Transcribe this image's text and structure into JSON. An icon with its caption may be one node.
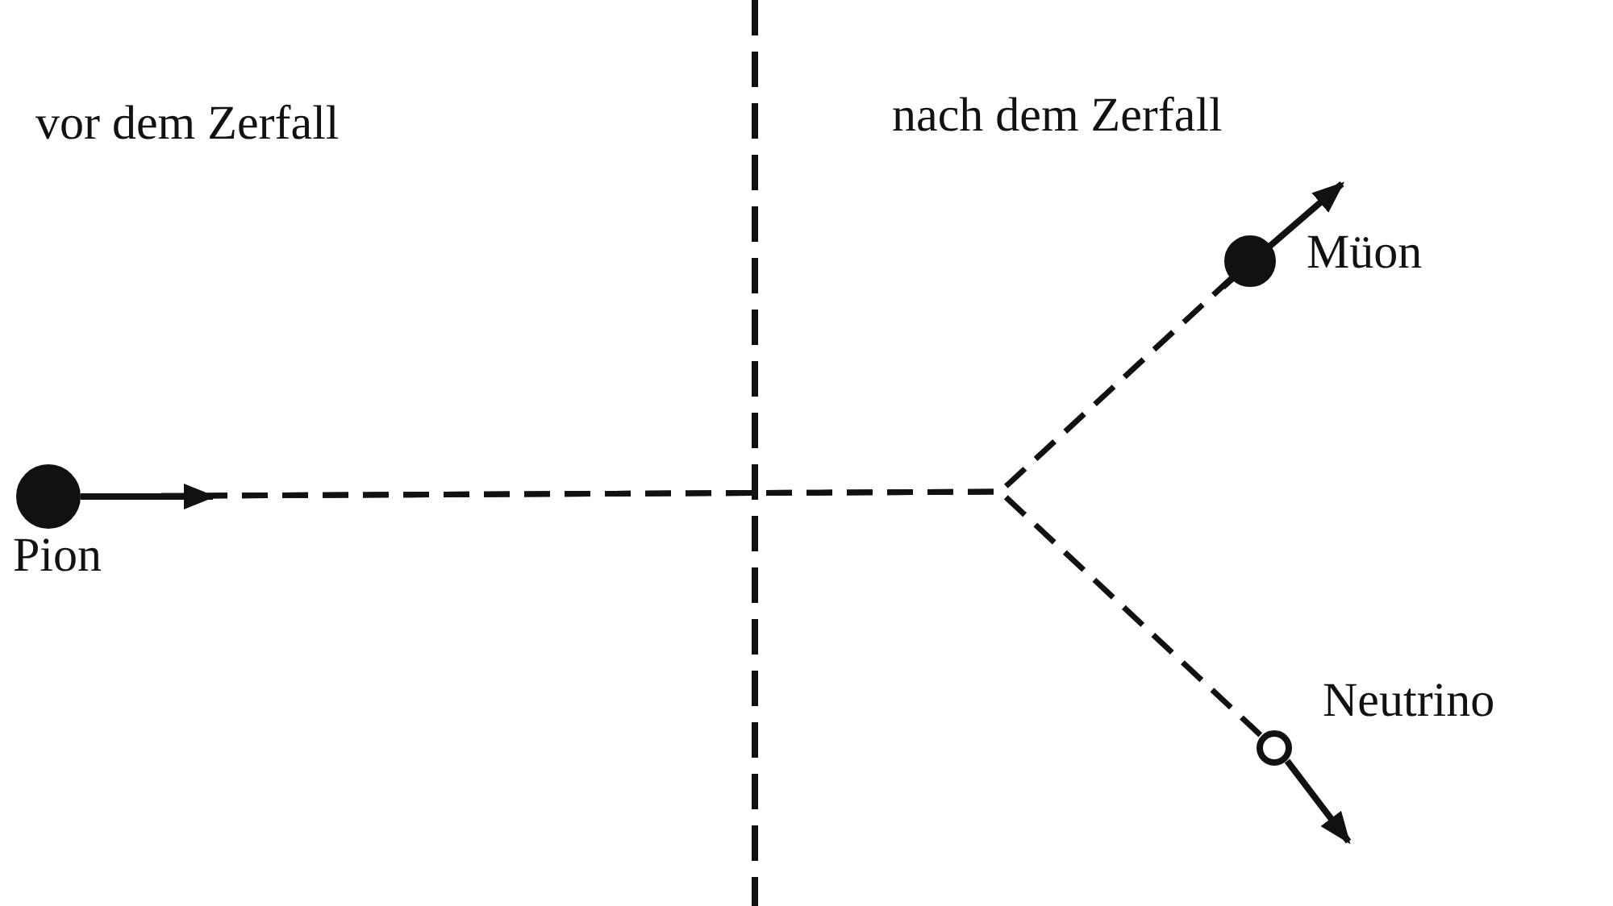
{
  "diagram": {
    "nodes": [
      {
        "text": [],
        "shape": "circle",
        "beside": [
          "Pion"
        ]
      },
      {
        "text": [],
        "shape": "circle",
        "beside": [
          "Müon"
        ]
      },
      {
        "text": [],
        "shape": "circle",
        "beside": [
          "Neutrino"
        ]
      }
    ],
    "edges": [
      {
        "from": 0,
        "to": 1,
        "arrow": "none",
        "style": "dashed"
      },
      {
        "from": 0,
        "to": 2,
        "arrow": "none",
        "style": "dashed"
      }
    ],
    "labels": [
      "vor dem Zerfall",
      "nach dem Zerfall"
    ]
  }
}
